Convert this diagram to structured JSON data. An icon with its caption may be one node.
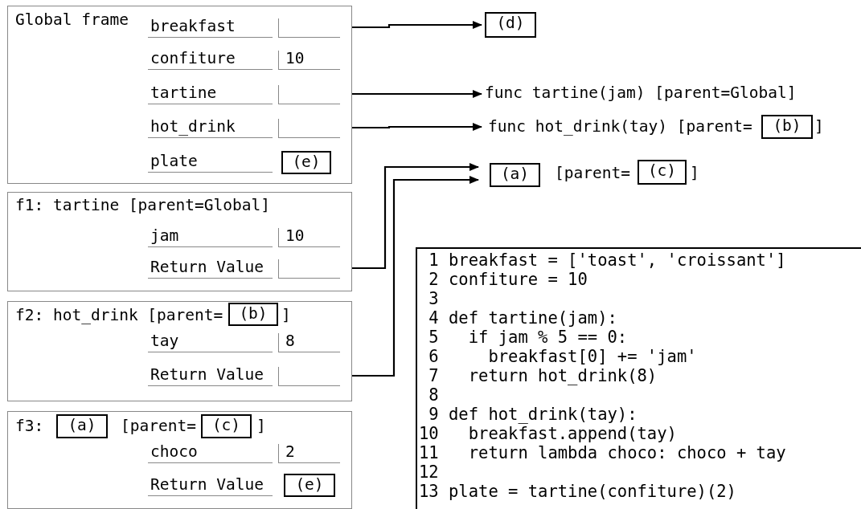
{
  "diagram": {
    "nodes": [
      {
        "text": [
          "Global frame"
        ]
      },
      {
        "text": [
          "breakfast"
        ],
        "in": 0
      },
      {
        "text": [],
        "shape": "box",
        "in": 0
      },
      {
        "text": [
          "confiture"
        ],
        "in": 0
      },
      {
        "text": [
          "10"
        ],
        "in": 0
      },
      {
        "text": [
          "tartine"
        ],
        "in": 0
      },
      {
        "text": [],
        "shape": "box",
        "in": 0
      },
      {
        "text": [
          "hot_drink"
        ],
        "in": 0
      },
      {
        "text": [],
        "shape": "box",
        "in": 0
      },
      {
        "text": [
          "plate"
        ],
        "in": 0
      },
      {
        "text": [
          "(e)"
        ],
        "in": 0
      },
      {
        "text": [
          "f1: tartine [parent=Global]"
        ]
      },
      {
        "text": [
          "jam"
        ],
        "in": 11
      },
      {
        "text": [
          "10"
        ],
        "in": 11
      },
      {
        "text": [
          "Return Value"
        ],
        "in": 11
      },
      {
        "text": [],
        "shape": "box",
        "in": 11
      },
      {
        "text": [
          "f2: hot_drink [parent=",
          "]"
        ]
      },
      {
        "text": [
          "(b)"
        ],
        "in": 16
      },
      {
        "text": [
          "tay"
        ],
        "in": 16
      },
      {
        "text": [
          "8"
        ],
        "in": 16
      },
      {
        "text": [
          "Return Value"
        ],
        "in": 16
      },
      {
        "text": [],
        "shape": "box",
        "in": 16
      },
      {
        "text": [
          "f3:",
          "[parent=",
          "]"
        ]
      },
      {
        "text": [
          "(a)"
        ],
        "in": 22
      },
      {
        "text": [
          "(c)"
        ],
        "in": 22
      },
      {
        "text": [
          "choco"
        ],
        "in": 22
      },
      {
        "text": [
          "2"
        ],
        "in": 22
      },
      {
        "text": [
          "Return Value"
        ],
        "in": 22
      },
      {
        "text": [
          "(e)"
        ],
        "in": 22
      },
      {
        "text": [
          "(d)"
        ]
      },
      {
        "text": [
          "func tartine(jam) [parent=Global]"
        ]
      },
      {
        "text": [
          "func hot_drink(tay) [parent=",
          "]"
        ]
      },
      {
        "text": [
          "(b)"
        ],
        "in": 31
      },
      {
        "text": [
          "[parent=",
          "]"
        ]
      },
      {
        "text": [
          "(a)"
        ],
        "in": 33
      },
      {
        "text": [
          "(c)"
        ],
        "in": 33
      },
      {
        "text": [
          "1 breakfast = ['toast', 'croissant']",
          "2 confiture = 10",
          "3",
          "4 def tartine(jam):",
          "5   if jam % 5 == 0:",
          "6     breakfast[0] += 'jam'",
          "7   return hot_drink(8)",
          "8",
          "9 def hot_drink(tay):",
          "10   breakfast.append(tay)",
          "11   return lambda choco: choco + tay",
          "12",
          "13 plate = tartine(confiture)(2)"
        ]
      }
    ],
    "edges": [
      {
        "from": 2,
        "to": 29,
        "arrow": "to"
      },
      {
        "from": 6,
        "to": 30,
        "arrow": "to"
      },
      {
        "from": 8,
        "to": 31,
        "arrow": "to"
      },
      {
        "from": 15,
        "to": 33,
        "arrow": "to"
      },
      {
        "from": 21,
        "to": 33,
        "arrow": "to"
      }
    ]
  }
}
